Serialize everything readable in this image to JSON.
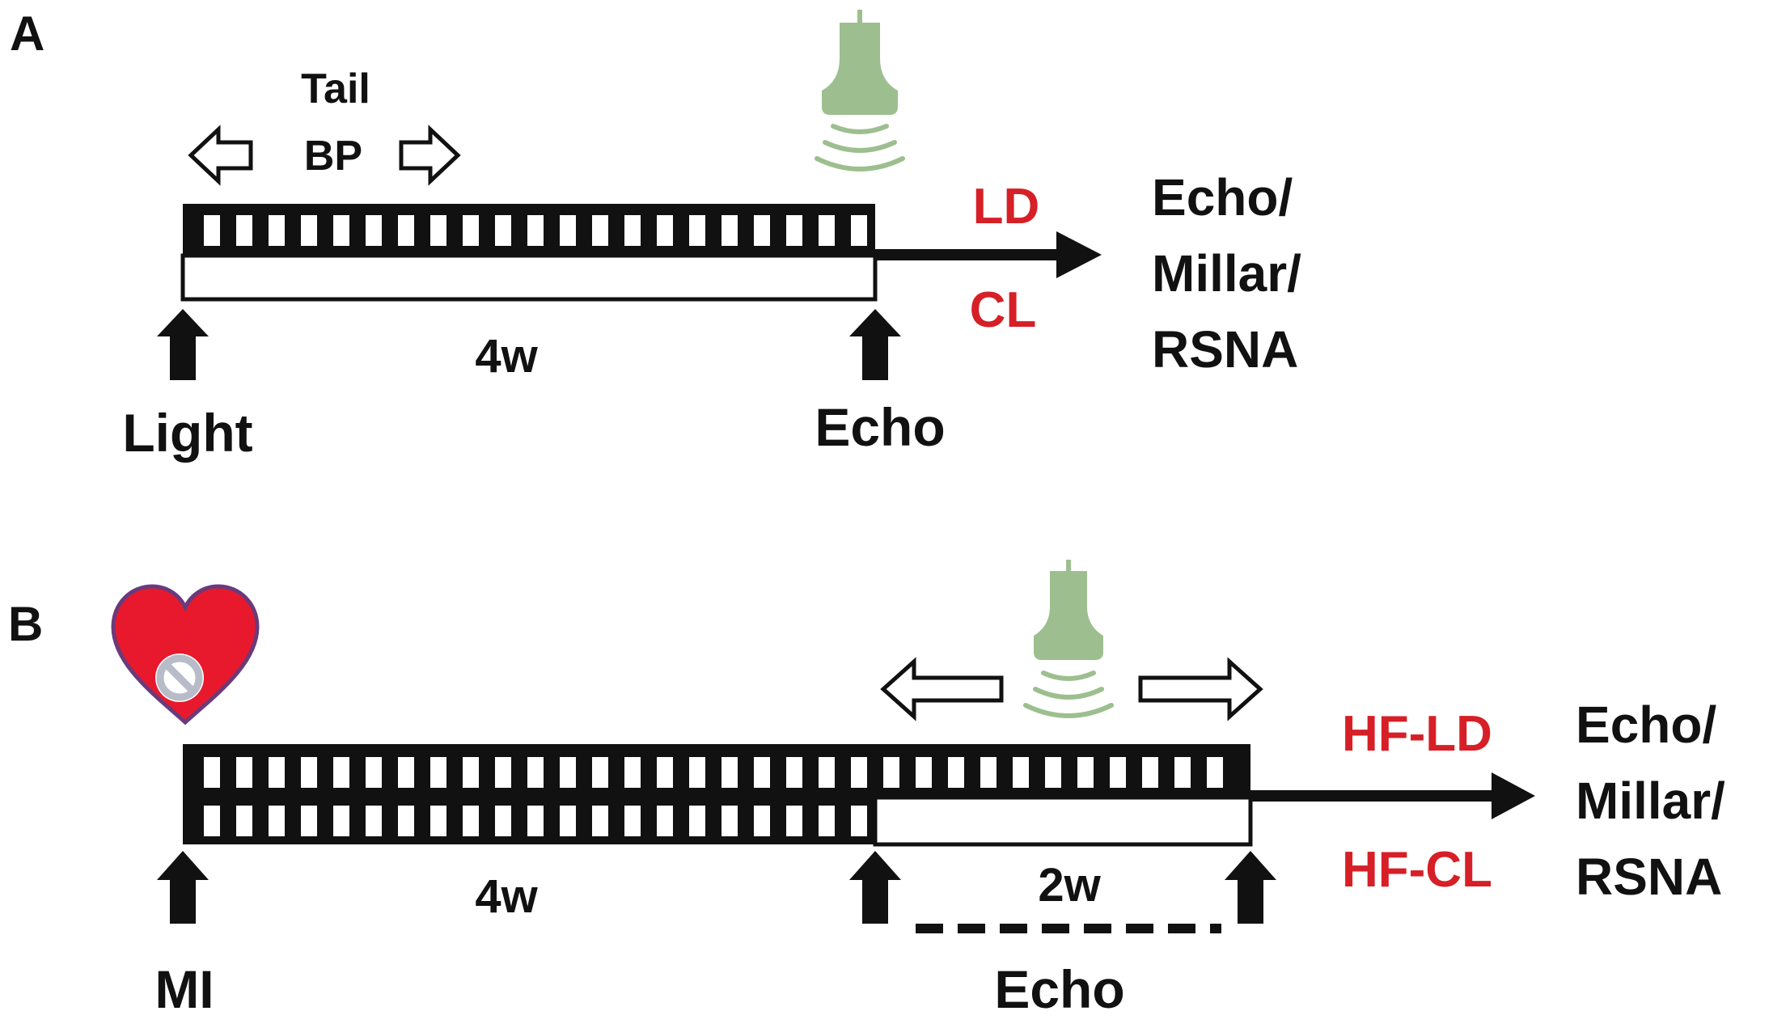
{
  "colors": {
    "ink": "#111111",
    "accent_red": "#d61f26",
    "probe_green": "#9dbf8f",
    "heart_red": "#e8192c",
    "heart_outline": "#6b3a7a",
    "prohibit_gray": "#b8bcc8"
  },
  "panel_a": {
    "label": "A",
    "tail_bp_line1": "Tail",
    "tail_bp_line2": "BP",
    "duration": "4w",
    "start_event": "Light",
    "end_event": "Echo",
    "group_top": "LD",
    "group_bottom": "CL",
    "outcome_line1": "Echo/",
    "outcome_line2": "Millar/",
    "outcome_line3": "RSNA",
    "icons": [
      "hollow-left-arrow-icon",
      "hollow-right-arrow-icon",
      "ultrasound-probe-icon",
      "up-arrow-icon",
      "timeline-arrow-icon"
    ]
  },
  "panel_b": {
    "label": "B",
    "duration_main": "4w",
    "duration_extra": "2w",
    "start_event": "MI",
    "echo_label": "Echo",
    "group_top": "HF-LD",
    "group_bottom": "HF-CL",
    "outcome_line1": "Echo/",
    "outcome_line2": "Millar/",
    "outcome_line3": "RSNA",
    "icons": [
      "heart-prohibition-icon",
      "hollow-left-arrow-icon",
      "hollow-right-arrow-icon",
      "ultrasound-probe-icon",
      "up-arrow-icon",
      "timeline-arrow-icon"
    ]
  }
}
